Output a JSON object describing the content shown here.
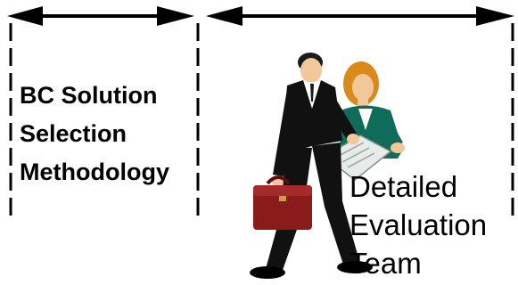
{
  "left_section": {
    "lines": [
      "BC Solution",
      "Selection",
      "Methodology"
    ]
  },
  "right_section": {
    "lines": [
      "Detailed",
      "Evaluation",
      "Team"
    ],
    "illustration": "business-people-clipart-icon"
  },
  "colors": {
    "arrow": "#000000",
    "suit": "#111111",
    "briefcase": "#8b1a1a",
    "jacket": "#0f6b5a",
    "hair": "#d98a1a",
    "skin": "#f2c79a",
    "paper": "#e6ece8"
  }
}
